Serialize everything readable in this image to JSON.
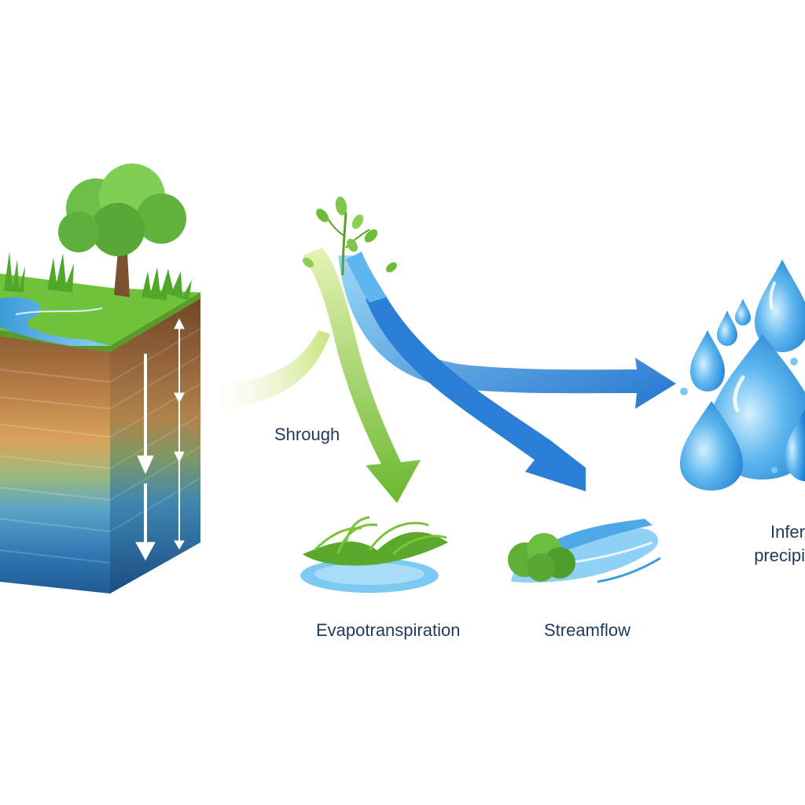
{
  "labels": {
    "shrough": "Shrough",
    "evapotranspiration": "Evapotranspiration",
    "streamflow": "Streamflow",
    "infer_line1": "Infer",
    "infer_line2": "precipi"
  },
  "icons": [
    "tree-icon",
    "grass-icon",
    "sapling-icon",
    "river-icon",
    "water-drop-icon",
    "arrow-icon",
    "soil-block-icon",
    "shrub-icon"
  ],
  "colors": {
    "label_text": "#1d3a5c",
    "soil_brown": "#9a6a3a",
    "ground_water": "#2f78b4",
    "grass_green": "#6fc23a",
    "arrow_green": "#7cc23a",
    "arrow_blue": "#2a7ed6",
    "water_light": "#8fd0f5",
    "drop_blue": "#3aa0e6"
  }
}
